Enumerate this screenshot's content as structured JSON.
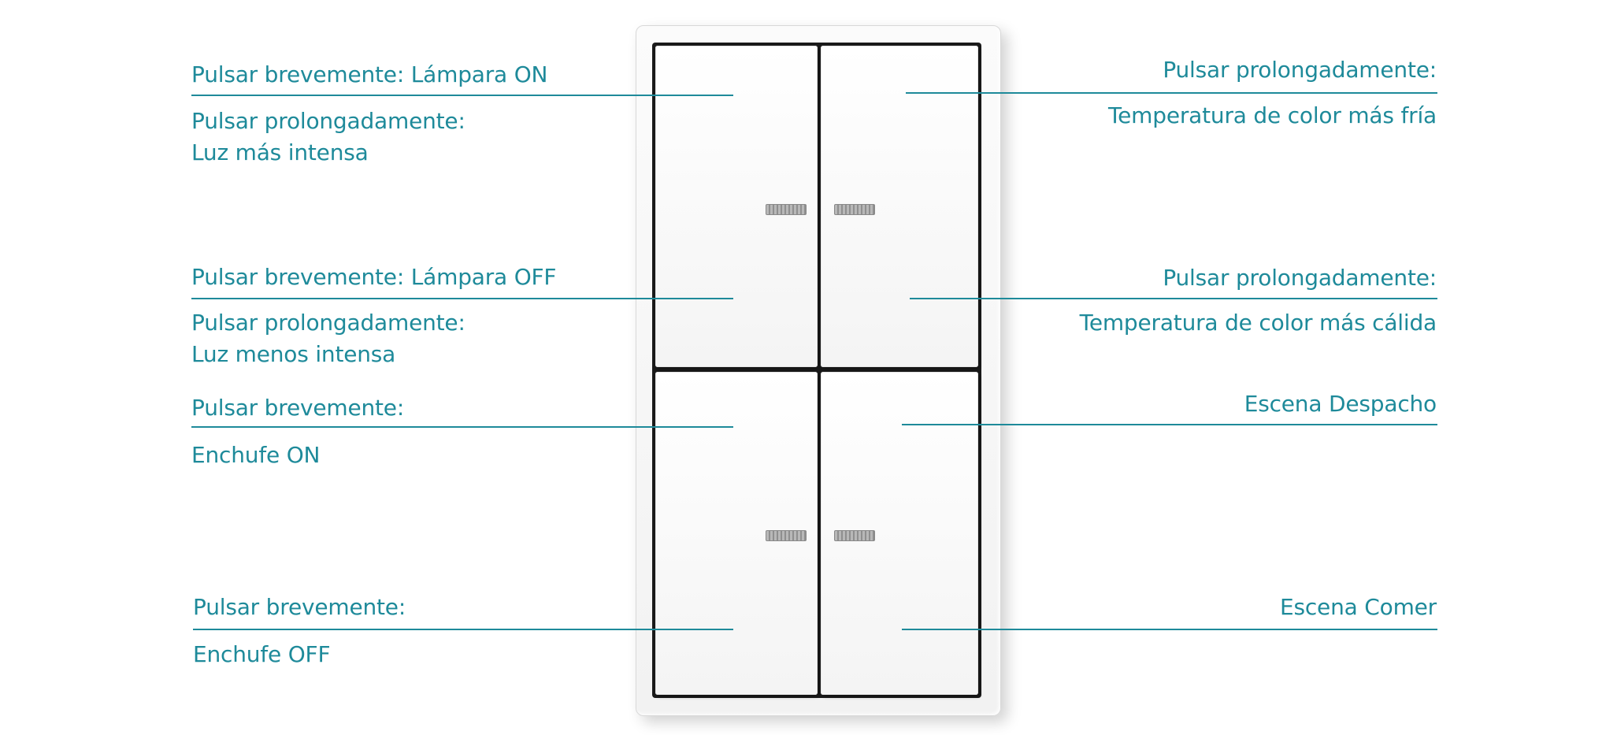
{
  "left_labels": [
    {
      "line1": "Pulsar brevemente: Lámpara ON"
    },
    {
      "line1": "Pulsar prolongadamente:",
      "line2": "Luz más intensa"
    },
    {
      "line1": "Pulsar brevemente: Lámpara OFF"
    },
    {
      "line1": "Pulsar prolongadamente:",
      "line2": "Luz menos intensa"
    },
    {
      "line1": "Pulsar brevemente:"
    },
    {
      "line1": "Enchufe ON"
    },
    {
      "line1": "Pulsar brevemente:"
    },
    {
      "line1": "Enchufe OFF"
    }
  ],
  "right_labels": [
    {
      "line1": "Pulsar prolongadamente:"
    },
    {
      "line1": "Temperatura de color más fría"
    },
    {
      "line1": "Pulsar prolongadamente:"
    },
    {
      "line1": "Temperatura de color más cálida"
    },
    {
      "line1": "Escena Despacho"
    },
    {
      "line1": "Escena Comer"
    }
  ],
  "colors": {
    "accent": "#1e8a9a",
    "switch_white": "#ffffff",
    "frame": "#f2f2f2"
  }
}
